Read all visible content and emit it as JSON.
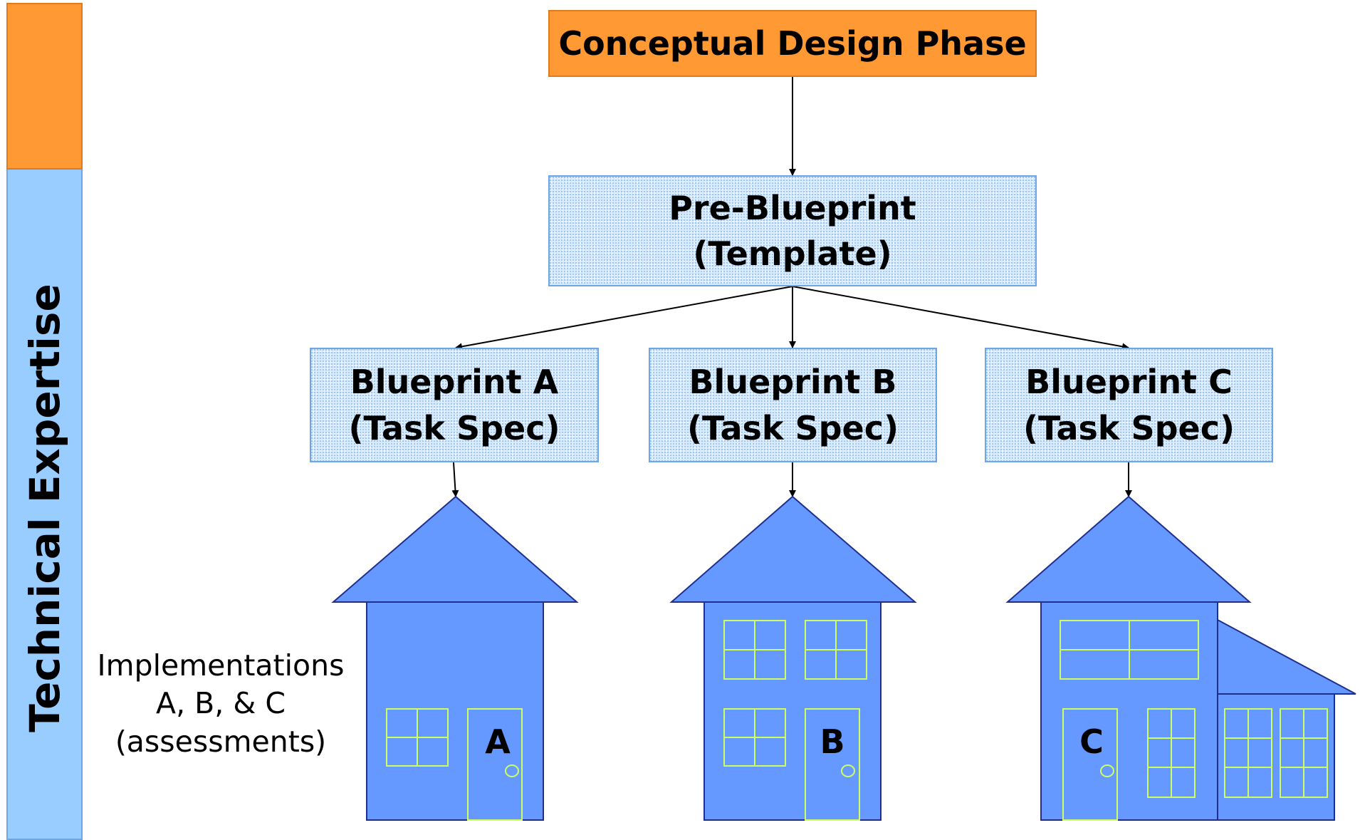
{
  "sidebar": {
    "label": "Technical Expertise"
  },
  "phase": {
    "title": "Conceptual Design Phase"
  },
  "template": {
    "line1": "Pre-Blueprint",
    "line2": "(Template)"
  },
  "blueprints": [
    {
      "line1": "Blueprint A",
      "line2": "(Task Spec)"
    },
    {
      "line1": "Blueprint B",
      "line2": "(Task Spec)"
    },
    {
      "line1": "Blueprint C",
      "line2": "(Task Spec)"
    }
  ],
  "implementations": {
    "line1": "Implementations",
    "line2": "A, B, & C",
    "line3": "(assessments)"
  },
  "houses": [
    {
      "letter": "A"
    },
    {
      "letter": "B"
    },
    {
      "letter": "C"
    }
  ],
  "colors": {
    "orange": "#ff9933",
    "sidebar_blue": "#99ccff",
    "box_blue": "#d6ebff",
    "house_fill": "#6699ff",
    "house_stroke": "#1f2f8f",
    "window_stroke": "#ccff66"
  }
}
